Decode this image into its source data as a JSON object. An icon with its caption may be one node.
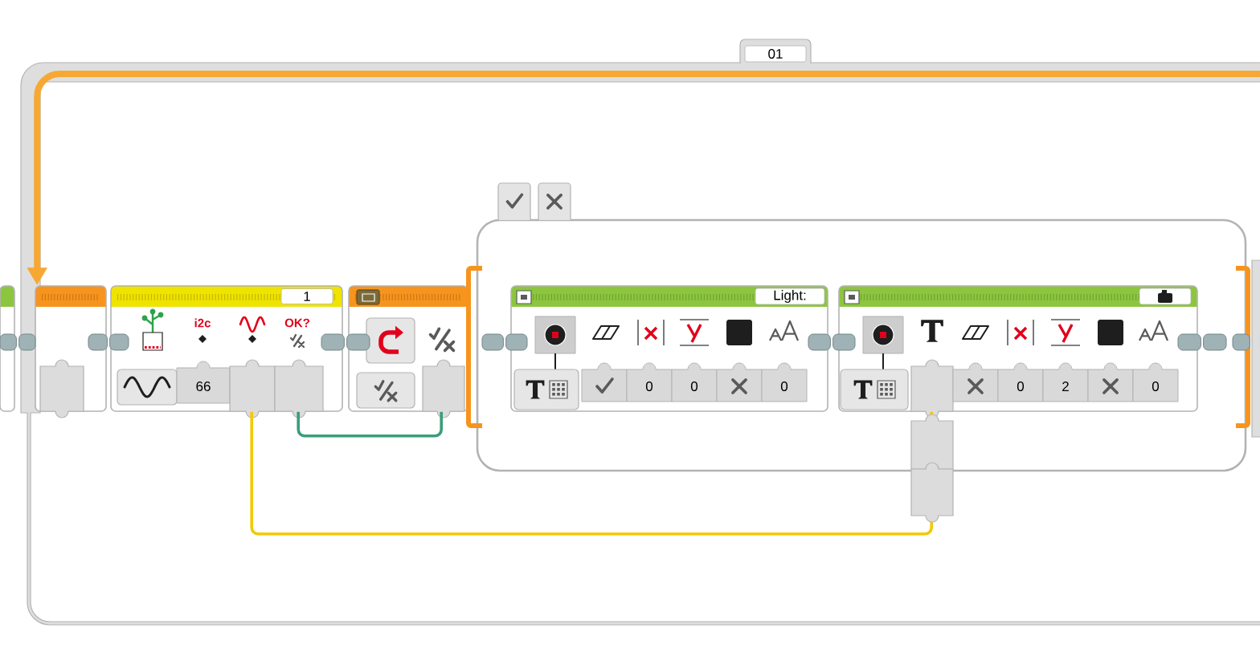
{
  "diagram": {
    "nodes": [
      {
        "text": [],
        "shape": "box"
      },
      {
        "text": [
          "01"
        ]
      },
      {
        "text": [],
        "shape": "box",
        "in": 1
      },
      {
        "text": [
          "1",
          "i2c",
          "OK?",
          "66"
        ],
        "in": 1
      },
      {
        "text": [],
        "shape": "box",
        "in": 1
      },
      {
        "text": [],
        "shape": "box",
        "in": 1
      },
      {
        "text": [
          "Light:",
          "0",
          "0",
          "0"
        ],
        "in": 5
      },
      {
        "text": [
          "0",
          "2",
          "0"
        ],
        "in": 5
      }
    ],
    "edges": [
      {
        "from": null,
        "to": 2,
        "arrow": "to",
        "style": "thick",
        "color": "#f7a833"
      },
      {
        "from": 3,
        "to": 4,
        "arrow": "none",
        "color": "#3a9e78"
      },
      {
        "from": 3,
        "to": 7,
        "arrow": "none",
        "color": "#f5c800"
      }
    ]
  }
}
